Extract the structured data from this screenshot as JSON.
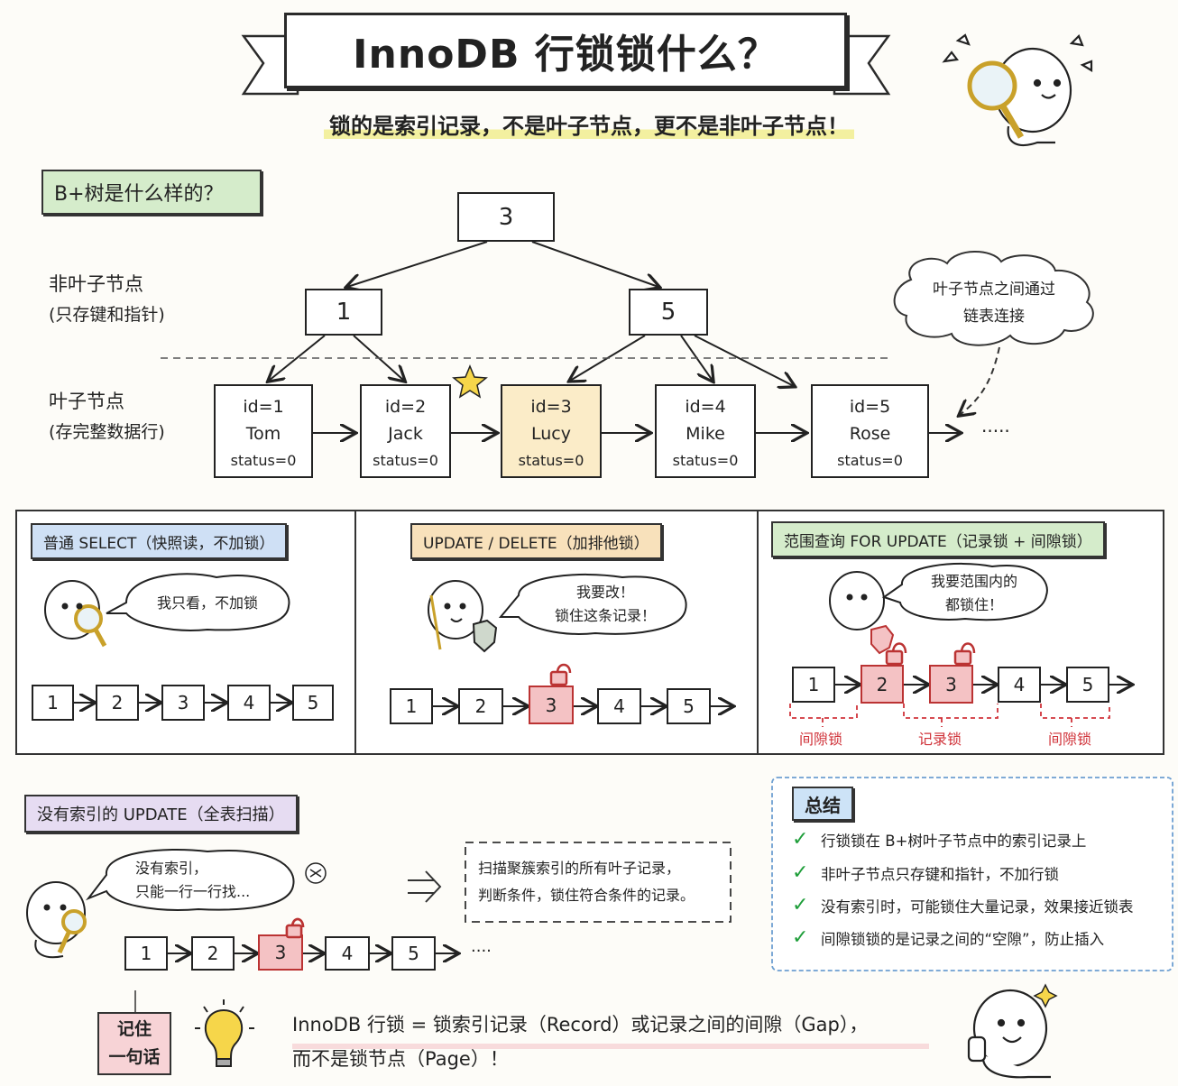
{
  "title": "InnoDB 行锁锁什么？",
  "subtitle": "锁的是索引记录，不是叶子节点，更不是非叶子节点！",
  "tree_section": {
    "tag": "B+树是什么样的？",
    "root": "3",
    "internal_nodes": [
      "1",
      "5"
    ],
    "non_leaf_label": [
      "非叶子节点",
      "(只存键和指针)"
    ],
    "leaf_label": [
      "叶子节点",
      "(存完整数据行)"
    ],
    "leaves": [
      {
        "id": "id=1",
        "name": "Tom",
        "status": "status=0"
      },
      {
        "id": "id=2",
        "name": "Jack",
        "status": "status=0"
      },
      {
        "id": "id=3",
        "name": "Lucy",
        "status": "status=0"
      },
      {
        "id": "id=4",
        "name": "Mike",
        "status": "status=0"
      },
      {
        "id": "id=5",
        "name": "Rose",
        "status": "status=0"
      }
    ],
    "ellipsis": "·····",
    "cloud_note": [
      "叶子节点之间通过",
      "链表连接"
    ]
  },
  "panel_select": {
    "tag": "普通 SELECT（快照读，不加锁）",
    "bubble": "我只看，不加锁",
    "cells": [
      "1",
      "2",
      "3",
      "4",
      "5"
    ]
  },
  "panel_update": {
    "tag": "UPDATE / DELETE（加排他锁）",
    "bubble": [
      "我要改！",
      "锁住这条记录！"
    ],
    "cells": [
      "1",
      "2",
      "3",
      "4",
      "5"
    ]
  },
  "panel_range": {
    "tag": "范围查询 FOR UPDATE（记录锁 + 间隙锁）",
    "bubble": [
      "我要范围内的",
      "都锁住！"
    ],
    "cells": [
      "1",
      "2",
      "3",
      "4",
      "5"
    ],
    "labels": [
      "间隙锁",
      "记录锁",
      "间隙锁"
    ]
  },
  "panel_noindex": {
    "tag": "没有索引的 UPDATE（全表扫描）",
    "bubble": [
      "没有索引，",
      "只能一行一行找..."
    ],
    "note": [
      "扫描聚簇索引的所有叶子记录，",
      "判断条件，锁住符合条件的记录。"
    ],
    "cells": [
      "1",
      "2",
      "3",
      "4",
      "5"
    ],
    "ellipsis": "····"
  },
  "summary": {
    "tag": "总结",
    "items": [
      "行锁锁在 B+树叶子节点中的索引记录上",
      "非叶子节点只存键和指针，不加行锁",
      "没有索引时，可能锁住大量记录，效果接近锁表",
      "间隙锁锁的是记录之间的“空隙”，防止插入"
    ]
  },
  "remember": {
    "tag": [
      "记住",
      "一句话"
    ],
    "line1": "InnoDB 行锁 = 锁索引记录（Record）或记录之间的间隙（Gap），",
    "line2": "而不是锁节点（Page）！"
  },
  "colors": {
    "green_tag": "#d5eccb",
    "blue_tag": "#cfe0f5",
    "orange_tag": "#f8e1bb",
    "green_tag2": "#d5eccb",
    "purple_tag": "#e6dcf2",
    "summary_tag": "#cde3f7",
    "remember_tag": "#f7d3d6",
    "highlight": "#fbecc8",
    "lock_red": "#f4c2c4"
  }
}
